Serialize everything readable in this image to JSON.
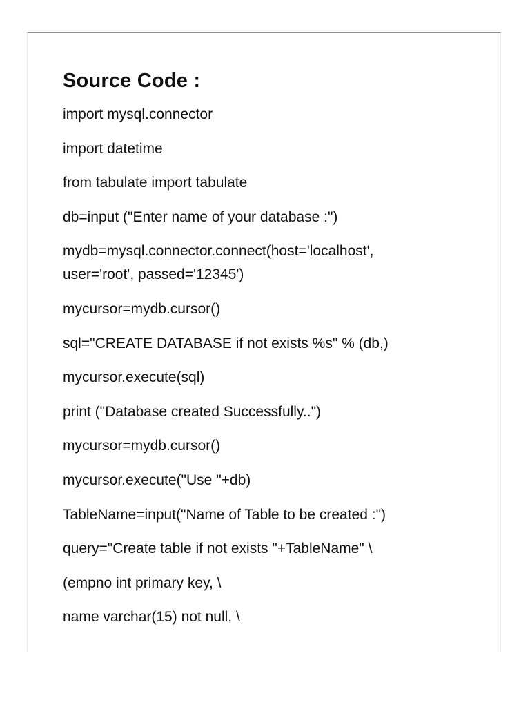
{
  "document": {
    "heading": "Source Code :",
    "lines": [
      "import mysql.connector",
      "import datetime",
      "from tabulate import tabulate",
      "db=input (\"Enter name of your database :\")",
      "mydb=mysql.connector.connect(host='localhost', user='root', passed='12345')",
      "mycursor=mydb.cursor()",
      "sql=\"CREATE DATABASE if not exists %s\" % (db,)",
      "mycursor.execute(sql)",
      "print (\"Database created Successfully..\")",
      "mycursor=mydb.cursor()",
      "mycursor.execute(\"Use \"+db)",
      "TableName=input(\"Name of Table to be created :\")",
      "query=\"Create table if not exists \"+TableName\" \\",
      "(empno int primary key, \\",
      "name varchar(15) not null, \\"
    ]
  }
}
